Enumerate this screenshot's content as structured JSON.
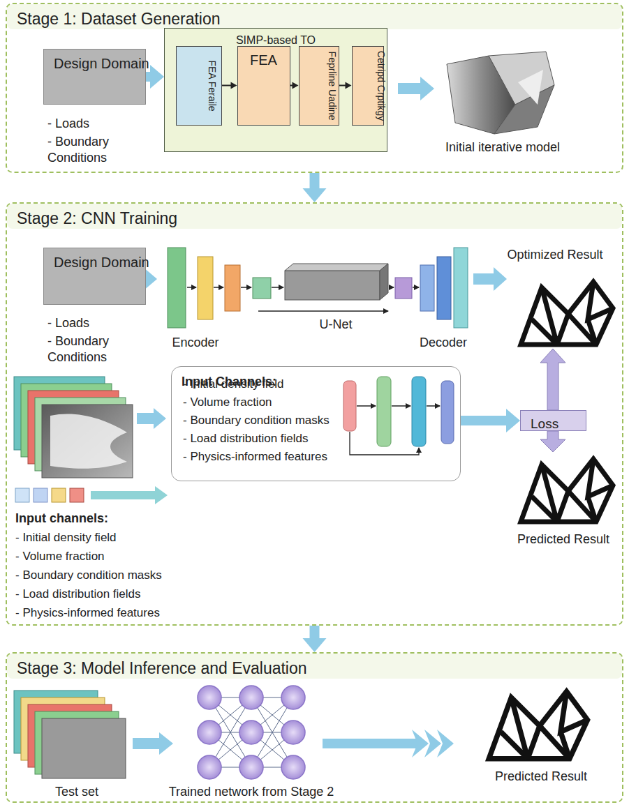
{
  "diagram": {
    "nodes": [
      {
        "text": [
          "Stage 1: Dataset Generation"
        ]
      },
      {
        "text": [
          "Design Domain"
        ],
        "in": 0
      },
      {
        "text": [
          "SIMP-based TO"
        ],
        "in": 0
      },
      {
        "text": [
          "FEA Feraile"
        ],
        "in": 2
      },
      {
        "text": [
          "FEA"
        ],
        "in": 2
      },
      {
        "text": [
          "Feprline Uadine"
        ],
        "in": 2
      },
      {
        "text": [
          "Cetripd Crptikgy"
        ],
        "in": 2
      },
      {
        "text": [
          "Stage 2: CNN Training"
        ]
      },
      {
        "text": [
          "Design Domain"
        ],
        "in": 7
      },
      {
        "text": [
          "Input Channels:",
          "- Initial density field",
          "- Volume fraction",
          "- Boundary condition masks",
          "- Load distribution fields",
          "- Physics-informed features"
        ],
        "in": 7
      },
      {
        "text": [
          "Loss"
        ],
        "in": 7
      },
      {
        "text": [
          "Stage 3: Model Inference and Evaluation"
        ]
      }
    ],
    "edges": [
      {
        "from": 1,
        "to": 2,
        "arrow": "to"
      },
      {
        "from": 3,
        "to": 4,
        "arrow": "to"
      },
      {
        "from": 4,
        "to": 5,
        "arrow": "to"
      },
      {
        "from": 5,
        "to": 6,
        "arrow": "to"
      },
      {
        "from": 0,
        "to": 7,
        "arrow": "to"
      },
      {
        "from": 9,
        "to": 10,
        "arrow": "to"
      },
      {
        "from": 7,
        "to": 11,
        "arrow": "to"
      }
    ],
    "labels": [
      "- Loads",
      "- Boundary Conditions",
      "Initial iterative model",
      "- Loads",
      "- Boundary Conditions",
      "Encoder",
      "U-Net",
      "Decoder",
      "Optimized Result",
      "Predicted Result",
      "Input channels:",
      "- Initial density field",
      "- Volume fraction",
      "- Boundary condition masks",
      "- Load distribution fields",
      "- Physics-informed features",
      "Test set",
      "Trained network from Stage 2",
      "Predicted Result"
    ]
  }
}
